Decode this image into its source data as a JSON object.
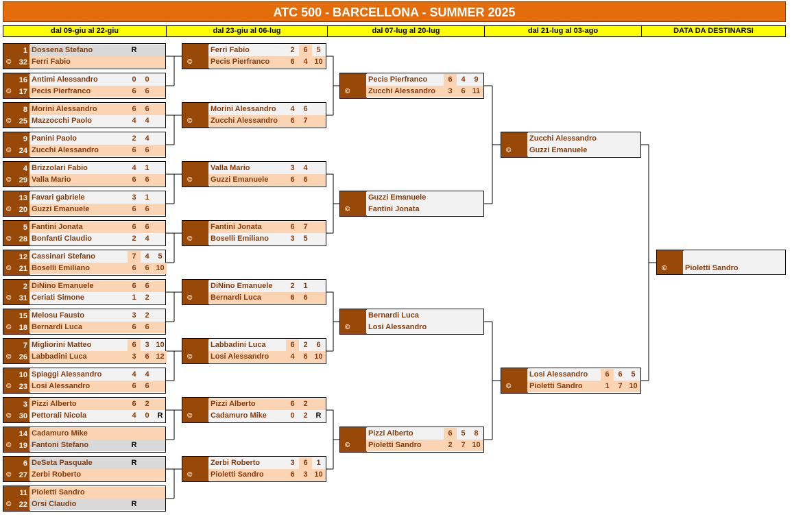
{
  "title": "ATC 500 - BARCELLONA - SUMMER 2025",
  "rounds": [
    "dal 09-giu al 22-giu",
    "dal 23-giu al 06-lug",
    "dal 07-lug al 20-lug",
    "dal 21-lug al 03-ago",
    "DATA DA DESTINARSI"
  ],
  "copyright_symbol": "©",
  "round1": [
    {
      "p1": {
        "seed": "1",
        "name": "Dossena Stefano",
        "scores": [
          "R"
        ]
      },
      "p2": {
        "seed": "32",
        "name": "Ferri Fabio",
        "scores": []
      }
    },
    {
      "p1": {
        "seed": "16",
        "name": "Antimi Alessandro",
        "scores": [
          "0",
          "0"
        ]
      },
      "p2": {
        "seed": "17",
        "name": "Pecis Pierfranco",
        "scores": [
          "6",
          "6"
        ]
      }
    },
    {
      "p1": {
        "seed": "8",
        "name": "Morini Alessandro",
        "scores": [
          "6",
          "6"
        ]
      },
      "p2": {
        "seed": "25",
        "name": "Mazzocchi Paolo",
        "scores": [
          "4",
          "4"
        ]
      }
    },
    {
      "p1": {
        "seed": "9",
        "name": "Panini Paolo",
        "scores": [
          "2",
          "4"
        ]
      },
      "p2": {
        "seed": "24",
        "name": "Zucchi Alessandro",
        "scores": [
          "6",
          "6"
        ]
      }
    },
    {
      "p1": {
        "seed": "4",
        "name": "Brizzolari Fabio",
        "scores": [
          "4",
          "1"
        ]
      },
      "p2": {
        "seed": "29",
        "name": "Valla Mario",
        "scores": [
          "6",
          "6"
        ]
      }
    },
    {
      "p1": {
        "seed": "13",
        "name": "Favari gabriele",
        "scores": [
          "3",
          "1"
        ]
      },
      "p2": {
        "seed": "20",
        "name": "Guzzi Emanuele",
        "scores": [
          "6",
          "6"
        ]
      }
    },
    {
      "p1": {
        "seed": "5",
        "name": "Fantini Jonata",
        "scores": [
          "6",
          "6"
        ]
      },
      "p2": {
        "seed": "28",
        "name": "Bonfanti Claudio",
        "scores": [
          "2",
          "4"
        ]
      }
    },
    {
      "p1": {
        "seed": "12",
        "name": "Cassinari Stefano",
        "scores": [
          "7",
          "4",
          "5"
        ]
      },
      "p2": {
        "seed": "21",
        "name": "Boselli Emiliano",
        "scores": [
          "6",
          "6",
          "10"
        ]
      }
    },
    {
      "p1": {
        "seed": "2",
        "name": "DiNino Emanuele",
        "scores": [
          "6",
          "6"
        ]
      },
      "p2": {
        "seed": "31",
        "name": "Ceriati Simone",
        "scores": [
          "1",
          "2"
        ]
      }
    },
    {
      "p1": {
        "seed": "15",
        "name": "Melosu Fausto",
        "scores": [
          "3",
          "2"
        ]
      },
      "p2": {
        "seed": "18",
        "name": "Bernardi Luca",
        "scores": [
          "6",
          "6"
        ]
      }
    },
    {
      "p1": {
        "seed": "7",
        "name": "Migliorini Matteo",
        "scores": [
          "6",
          "3",
          "10"
        ]
      },
      "p2": {
        "seed": "26",
        "name": "Labbadini Luca",
        "scores": [
          "3",
          "6",
          "12"
        ]
      }
    },
    {
      "p1": {
        "seed": "10",
        "name": "Spiaggi Alessandro",
        "scores": [
          "4",
          "4"
        ]
      },
      "p2": {
        "seed": "23",
        "name": "Losi Alessandro",
        "scores": [
          "6",
          "6"
        ]
      }
    },
    {
      "p1": {
        "seed": "3",
        "name": "Pizzi Alberto",
        "scores": [
          "6",
          "2"
        ]
      },
      "p2": {
        "seed": "30",
        "name": "Pettorali Nicola",
        "scores": [
          "4",
          "0",
          "R"
        ]
      }
    },
    {
      "p1": {
        "seed": "14",
        "name": "Cadamuro Mike",
        "scores": []
      },
      "p2": {
        "seed": "19",
        "name": "Fantoni Stefano",
        "scores": [
          "R"
        ]
      }
    },
    {
      "p1": {
        "seed": "6",
        "name": "DeSeta Pasquale",
        "scores": [
          "R"
        ]
      },
      "p2": {
        "seed": "27",
        "name": "Zerbi Roberto",
        "scores": []
      }
    },
    {
      "p1": {
        "seed": "11",
        "name": "Pioletti Sandro",
        "scores": []
      },
      "p2": {
        "seed": "22",
        "name": "Orsi Claudio",
        "scores": [
          "R"
        ]
      }
    }
  ],
  "round2": [
    {
      "p1": {
        "name": "Ferri Fabio",
        "scores": [
          "2",
          "6",
          "5"
        ]
      },
      "p2": {
        "name": "Pecis Pierfranco",
        "scores": [
          "6",
          "4",
          "10"
        ]
      }
    },
    {
      "p1": {
        "name": "Morini Alessandro",
        "scores": [
          "4",
          "6"
        ]
      },
      "p2": {
        "name": "Zucchi Alessandro",
        "scores": [
          "6",
          "7"
        ]
      }
    },
    {
      "p1": {
        "name": "Valla Mario",
        "scores": [
          "3",
          "4"
        ]
      },
      "p2": {
        "name": "Guzzi Emanuele",
        "scores": [
          "6",
          "6"
        ]
      }
    },
    {
      "p1": {
        "name": "Fantini Jonata",
        "scores": [
          "6",
          "7"
        ]
      },
      "p2": {
        "name": "Boselli Emiliano",
        "scores": [
          "3",
          "5"
        ]
      }
    },
    {
      "p1": {
        "name": "DiNino Emanuele",
        "scores": [
          "2",
          "1"
        ]
      },
      "p2": {
        "name": "Bernardi Luca",
        "scores": [
          "6",
          "6"
        ]
      }
    },
    {
      "p1": {
        "name": "Labbadini Luca",
        "scores": [
          "6",
          "2",
          "6"
        ]
      },
      "p2": {
        "name": "Losi Alessandro",
        "scores": [
          "4",
          "6",
          "10"
        ]
      }
    },
    {
      "p1": {
        "name": "Pizzi Alberto",
        "scores": [
          "6",
          "2"
        ]
      },
      "p2": {
        "name": "Cadamuro Mike",
        "scores": [
          "0",
          "2",
          "R"
        ]
      }
    },
    {
      "p1": {
        "name": "Zerbi Roberto",
        "scores": [
          "3",
          "6",
          "1"
        ]
      },
      "p2": {
        "name": "Pioletti Sandro",
        "scores": [
          "6",
          "3",
          "10"
        ]
      }
    }
  ],
  "round3": [
    {
      "p1": {
        "name": "Pecis Pierfranco",
        "scores": [
          "6",
          "4",
          "9"
        ]
      },
      "p2": {
        "name": "Zucchi Alessandro",
        "scores": [
          "3",
          "6",
          "11"
        ]
      }
    },
    {
      "p1": {
        "name": "Guzzi Emanuele",
        "scores": []
      },
      "p2": {
        "name": "Fantini Jonata",
        "scores": []
      }
    },
    {
      "p1": {
        "name": "Bernardi Luca",
        "scores": []
      },
      "p2": {
        "name": "Losi Alessandro",
        "scores": []
      }
    },
    {
      "p1": {
        "name": "Pizzi Alberto",
        "scores": [
          "6",
          "5",
          "8"
        ]
      },
      "p2": {
        "name": "Pioletti Sandro",
        "scores": [
          "2",
          "7",
          "10"
        ]
      }
    }
  ],
  "round4": [
    {
      "p1": {
        "name": "Zucchi Alessandro",
        "scores": []
      },
      "p2": {
        "name": "Guzzi Emanuele",
        "scores": []
      }
    },
    {
      "p1": {
        "name": "Losi Alessandro",
        "scores": [
          "6",
          "6",
          "5"
        ]
      },
      "p2": {
        "name": "Pioletti Sandro",
        "scores": [
          "1",
          "7",
          "10"
        ]
      }
    }
  ],
  "final": {
    "p1": {
      "name": "",
      "scores": []
    },
    "p2": {
      "name": "Pioletti Sandro",
      "scores": []
    }
  },
  "colors": {
    "title_bg": "#e46c0a",
    "header_bg": "#ffff00",
    "side_bg": "#984807",
    "winner_bg": "#fbd4b4",
    "row_bg": "#f2f2f2",
    "retired_bg": "#d9d9d9",
    "name_text": "#843c0c"
  }
}
